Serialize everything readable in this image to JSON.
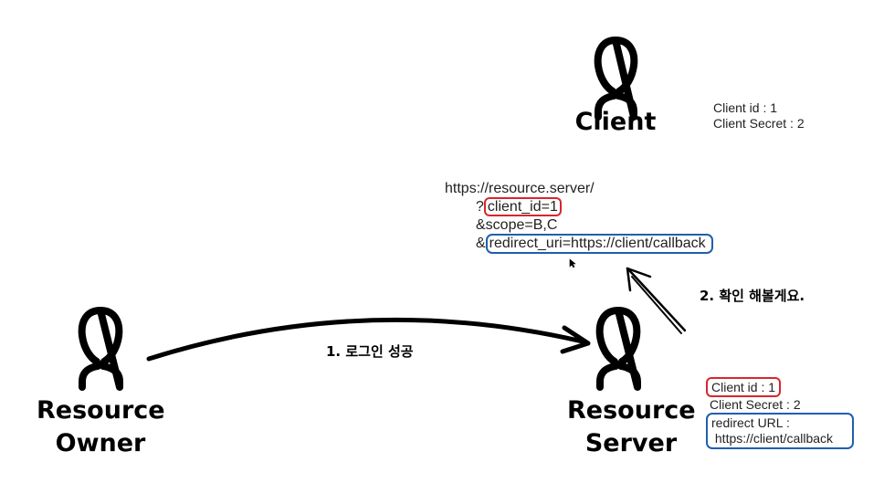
{
  "colors": {
    "ink": "#000000",
    "highlight_red": "#d8262e",
    "highlight_blue": "#1f5fae"
  },
  "actors": {
    "client": {
      "label": "Client",
      "icon": "person-icon"
    },
    "resource_owner": {
      "label_line1": "Resource",
      "label_line2": "Owner",
      "icon": "person-icon"
    },
    "resource_server": {
      "label_line1": "Resource",
      "label_line2": "Server",
      "icon": "person-icon"
    }
  },
  "client_info": {
    "client_id": "Client id : 1",
    "client_secret": "Client Secret : 2"
  },
  "request_url": {
    "base": "https://resource.server/",
    "q_prefix": "?",
    "client_id": "client_id=1",
    "scope": "&scope=B,C",
    "r_prefix": "&",
    "redirect_uri": "redirect_uri=https://client/callback"
  },
  "steps": {
    "step1": "1. 로그인 성공",
    "step2": "2. 확인 해볼게요."
  },
  "server_info": {
    "client_id": "Client id : 1",
    "client_secret": "Client Secret : 2",
    "redirect_label": "redirect URL :",
    "redirect_value": " https://client/callback"
  }
}
